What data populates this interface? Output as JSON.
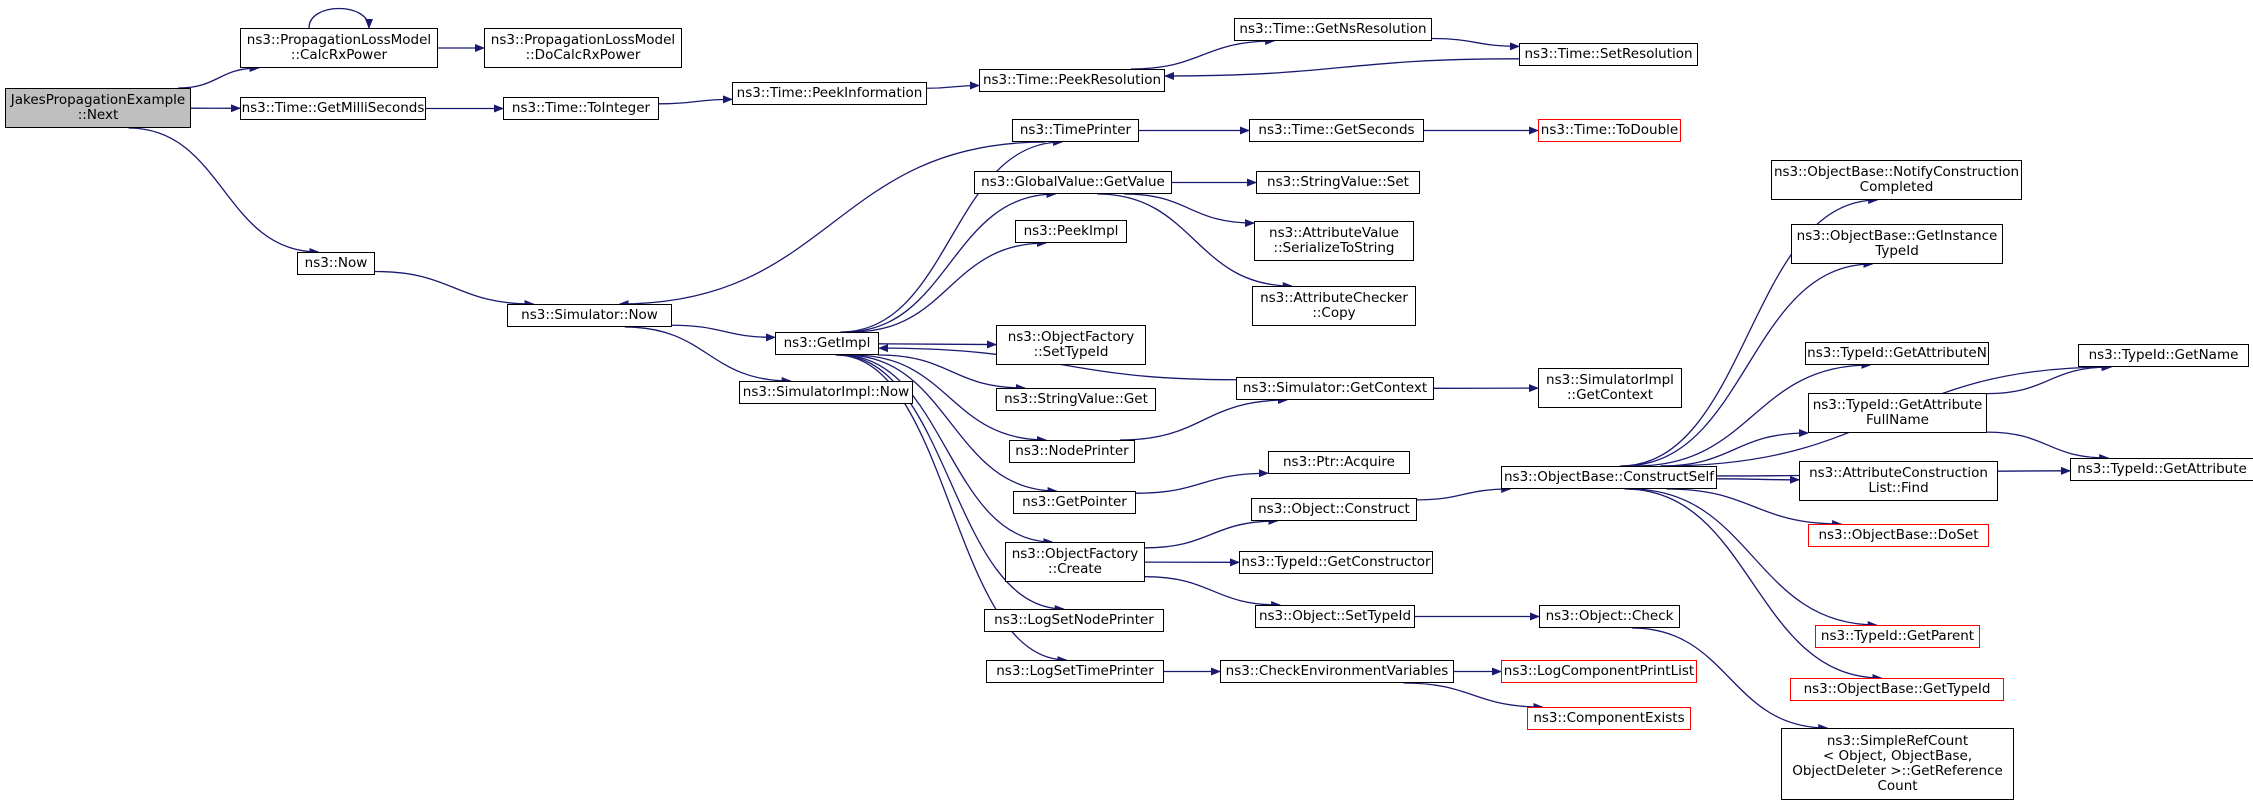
{
  "graph": {
    "colors": {
      "edge": "#191970",
      "box_border": "#000000",
      "external_border": "#ff0000",
      "root_fill": "#bfbfbf",
      "background": "#ffffff"
    },
    "nodes": [
      {
        "id": "root",
        "label": "JakesPropagationExample\n::Next",
        "style": "root"
      },
      {
        "id": "calcrx",
        "label": "ns3::PropagationLossModel\n::CalcRxPower",
        "style": "normal"
      },
      {
        "id": "docalcrx",
        "label": "ns3::PropagationLossModel\n::DoCalcRxPower",
        "style": "normal"
      },
      {
        "id": "getmilli",
        "label": "ns3::Time::GetMilliSeconds",
        "style": "normal"
      },
      {
        "id": "tointeger",
        "label": "ns3::Time::ToInteger",
        "style": "normal"
      },
      {
        "id": "peekinfo",
        "label": "ns3::Time::PeekInformation",
        "style": "normal"
      },
      {
        "id": "peekres",
        "label": "ns3::Time::PeekResolution",
        "style": "normal"
      },
      {
        "id": "getnsres",
        "label": "ns3::Time::GetNsResolution",
        "style": "normal"
      },
      {
        "id": "setres",
        "label": "ns3::Time::SetResolution",
        "style": "normal"
      },
      {
        "id": "now",
        "label": "ns3::Now",
        "style": "normal"
      },
      {
        "id": "simnow",
        "label": "ns3::Simulator::Now",
        "style": "normal"
      },
      {
        "id": "simimplnow",
        "label": "ns3::SimulatorImpl::Now",
        "style": "normal"
      },
      {
        "id": "getimpl",
        "label": "ns3::GetImpl",
        "style": "normal"
      },
      {
        "id": "timeprinter",
        "label": "ns3::TimePrinter",
        "style": "normal"
      },
      {
        "id": "getseconds",
        "label": "ns3::Time::GetSeconds",
        "style": "normal"
      },
      {
        "id": "todouble",
        "label": "ns3::Time::ToDouble",
        "style": "external"
      },
      {
        "id": "gvgetvalue",
        "label": "ns3::GlobalValue::GetValue",
        "style": "normal"
      },
      {
        "id": "svset",
        "label": "ns3::StringValue::Set",
        "style": "normal"
      },
      {
        "id": "avserialize",
        "label": "ns3::AttributeValue\n::SerializeToString",
        "style": "normal"
      },
      {
        "id": "accopy",
        "label": "ns3::AttributeChecker\n::Copy",
        "style": "normal"
      },
      {
        "id": "peekimpl",
        "label": "ns3::PeekImpl",
        "style": "normal"
      },
      {
        "id": "ofsettypeid",
        "label": "ns3::ObjectFactory\n::SetTypeId",
        "style": "normal"
      },
      {
        "id": "svget",
        "label": "ns3::StringValue::Get",
        "style": "normal"
      },
      {
        "id": "simgetctx",
        "label": "ns3::Simulator::GetContext",
        "style": "normal"
      },
      {
        "id": "simimplgetctx",
        "label": "ns3::SimulatorImpl\n::GetContext",
        "style": "normal"
      },
      {
        "id": "nodeprinter",
        "label": "ns3::NodePrinter",
        "style": "normal"
      },
      {
        "id": "ptracquire",
        "label": "ns3::Ptr::Acquire",
        "style": "normal"
      },
      {
        "id": "getpointer",
        "label": "ns3::GetPointer",
        "style": "normal"
      },
      {
        "id": "objconstruct",
        "label": "ns3::Object::Construct",
        "style": "normal"
      },
      {
        "id": "ofcreate",
        "label": "ns3::ObjectFactory\n::Create",
        "style": "normal"
      },
      {
        "id": "tidgetctor",
        "label": "ns3::TypeId::GetConstructor",
        "style": "normal"
      },
      {
        "id": "objsettypeid",
        "label": "ns3::Object::SetTypeId",
        "style": "normal"
      },
      {
        "id": "logsetnode",
        "label": "ns3::LogSetNodePrinter",
        "style": "normal"
      },
      {
        "id": "logsettime",
        "label": "ns3::LogSetTimePrinter",
        "style": "normal"
      },
      {
        "id": "checkenv",
        "label": "ns3::CheckEnvironmentVariables",
        "style": "normal"
      },
      {
        "id": "logcomplist",
        "label": "ns3::LogComponentPrintList",
        "style": "external"
      },
      {
        "id": "compexists",
        "label": "ns3::ComponentExists",
        "style": "external"
      },
      {
        "id": "constructself",
        "label": "ns3::ObjectBase::ConstructSelf",
        "style": "normal"
      },
      {
        "id": "objcheck",
        "label": "ns3::Object::Check",
        "style": "normal"
      },
      {
        "id": "notifyconstr",
        "label": "ns3::ObjectBase::NotifyConstruction\nCompleted",
        "style": "normal"
      },
      {
        "id": "getinsttid",
        "label": "ns3::ObjectBase::GetInstance\nTypeId",
        "style": "normal"
      },
      {
        "id": "tidgetattrn",
        "label": "ns3::TypeId::GetAttributeN",
        "style": "normal"
      },
      {
        "id": "tidgetattrfull",
        "label": "ns3::TypeId::GetAttribute\nFullName",
        "style": "normal"
      },
      {
        "id": "acfind",
        "label": "ns3::AttributeConstruction\nList::Find",
        "style": "normal"
      },
      {
        "id": "obdoset",
        "label": "ns3::ObjectBase::DoSet",
        "style": "external"
      },
      {
        "id": "tidgetparent",
        "label": "ns3::TypeId::GetParent",
        "style": "external"
      },
      {
        "id": "obgettid",
        "label": "ns3::ObjectBase::GetTypeId",
        "style": "external"
      },
      {
        "id": "simplerefcount",
        "label": "ns3::SimpleRefCount\n< Object, ObjectBase,\n ObjectDeleter >::GetReference\nCount",
        "style": "normal"
      },
      {
        "id": "tidgetname",
        "label": "ns3::TypeId::GetName",
        "style": "normal"
      },
      {
        "id": "tidgetattr",
        "label": "ns3::TypeId::GetAttribute",
        "style": "normal"
      }
    ],
    "edges": [
      [
        "root",
        "calcrx"
      ],
      [
        "root",
        "getmilli"
      ],
      [
        "root",
        "now"
      ],
      [
        "calcrx",
        "calcrx"
      ],
      [
        "calcrx",
        "docalcrx"
      ],
      [
        "getmilli",
        "tointeger"
      ],
      [
        "tointeger",
        "peekinfo"
      ],
      [
        "peekinfo",
        "peekres"
      ],
      [
        "peekres",
        "getnsres"
      ],
      [
        "getnsres",
        "setres"
      ],
      [
        "setres",
        "peekres"
      ],
      [
        "now",
        "simnow"
      ],
      [
        "simnow",
        "getimpl"
      ],
      [
        "simnow",
        "simimplnow"
      ],
      [
        "getimpl",
        "timeprinter"
      ],
      [
        "getimpl",
        "gvgetvalue"
      ],
      [
        "getimpl",
        "peekimpl"
      ],
      [
        "getimpl",
        "ofsettypeid"
      ],
      [
        "getimpl",
        "svget"
      ],
      [
        "getimpl",
        "nodeprinter"
      ],
      [
        "getimpl",
        "getpointer"
      ],
      [
        "getimpl",
        "ofcreate"
      ],
      [
        "getimpl",
        "logsetnode"
      ],
      [
        "getimpl",
        "logsettime"
      ],
      [
        "timeprinter",
        "simnow"
      ],
      [
        "timeprinter",
        "getseconds"
      ],
      [
        "getseconds",
        "todouble"
      ],
      [
        "gvgetvalue",
        "svset"
      ],
      [
        "gvgetvalue",
        "avserialize"
      ],
      [
        "gvgetvalue",
        "accopy"
      ],
      [
        "simgetctx",
        "getimpl"
      ],
      [
        "simgetctx",
        "simimplgetctx"
      ],
      [
        "nodeprinter",
        "simgetctx"
      ],
      [
        "getpointer",
        "ptracquire"
      ],
      [
        "ofcreate",
        "objconstruct"
      ],
      [
        "ofcreate",
        "tidgetctor"
      ],
      [
        "ofcreate",
        "objsettypeid"
      ],
      [
        "objconstruct",
        "constructself"
      ],
      [
        "objsettypeid",
        "objcheck"
      ],
      [
        "logsettime",
        "checkenv"
      ],
      [
        "checkenv",
        "logcomplist"
      ],
      [
        "checkenv",
        "compexists"
      ],
      [
        "objcheck",
        "simplerefcount"
      ],
      [
        "constructself",
        "notifyconstr"
      ],
      [
        "constructself",
        "getinsttid"
      ],
      [
        "constructself",
        "tidgetname"
      ],
      [
        "constructself",
        "tidgetattrn"
      ],
      [
        "constructself",
        "tidgetattrfull"
      ],
      [
        "constructself",
        "acfind"
      ],
      [
        "constructself",
        "obdoset"
      ],
      [
        "constructself",
        "tidgetattr"
      ],
      [
        "constructself",
        "tidgetparent"
      ],
      [
        "constructself",
        "obgettid"
      ],
      [
        "tidgetattrfull",
        "tidgetname"
      ],
      [
        "tidgetattrfull",
        "tidgetattr"
      ]
    ]
  }
}
